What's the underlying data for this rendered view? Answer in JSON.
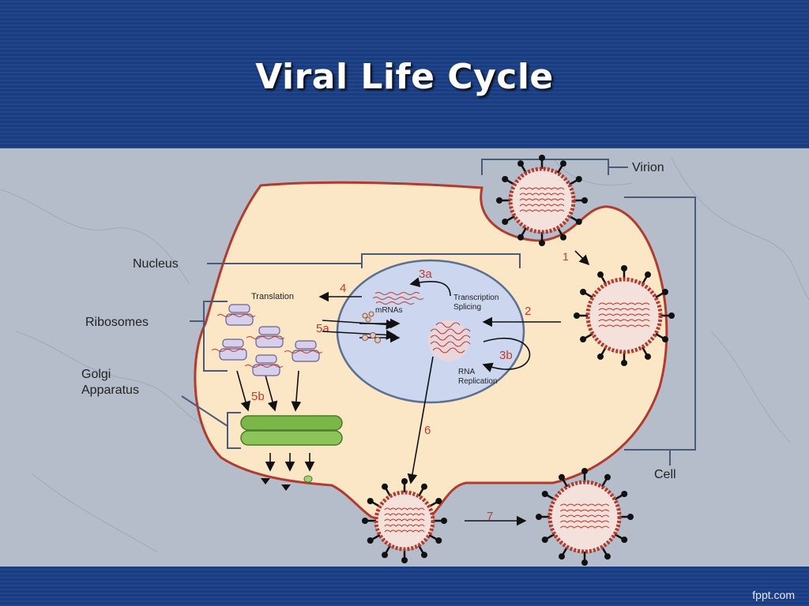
{
  "slide": {
    "title": "Viral Life Cycle",
    "brand": "fppt.com"
  },
  "labels": {
    "virion": "Virion",
    "nucleus": "Nucleus",
    "ribosomes": "Ribosomes",
    "golgi_line1": "Golgi",
    "golgi_line2": "Apparatus",
    "cell": "Cell",
    "translation": "Translation",
    "mrnas": "mRNAs",
    "transcription": "Transcription",
    "splicing": "Splicing",
    "rna": "RNA",
    "replication": "Replication"
  },
  "steps": {
    "s1": "1",
    "s2": "2",
    "s3a": "3a",
    "s3b": "3b",
    "s4": "4",
    "s5a": "5a",
    "s5b": "5b",
    "s6": "6",
    "s7": "7"
  },
  "colors": {
    "header": "#1b3f87",
    "background": "#b5bdcb",
    "cell_fill": "#fbe6c6",
    "membrane": "#b13b2e",
    "nucleus_fill": "#ccd6ee",
    "nucleus_outline": "#5d6f8f",
    "golgi": "#7ab648",
    "step_numbers": "#c13a2c"
  }
}
